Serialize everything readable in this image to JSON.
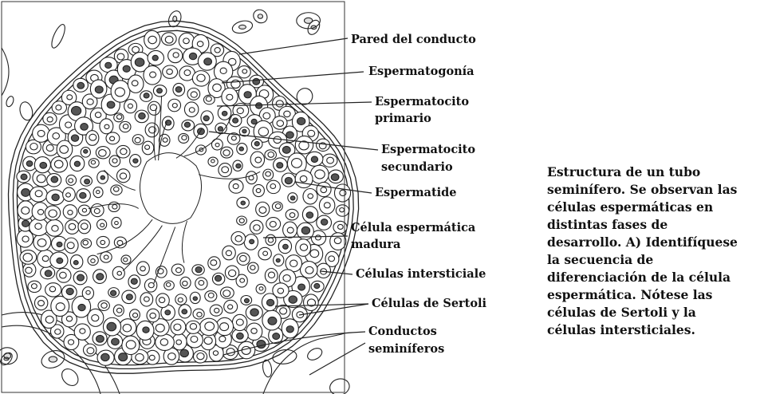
{
  "labels": {
    "pared": "Pared del conducto",
    "espermatogonia": "Espermatogonía",
    "espermatocito_primario_1": "Espermatocito",
    "espermatocito_primario_2": "primario",
    "espermatocito_secundario_1": "Espermatocito",
    "espermatocito_secundario_2": "secundario",
    "espermatide": "Espermatide",
    "celula_madura_1": "Célula espermática",
    "celula_madura_2": "madura",
    "intersticiales": "Células intersticiale",
    "sertoli": "Células de Sertoli",
    "conductos_1": "Conductos",
    "conductos_2": "seminíferos"
  },
  "caption": {
    "lines": [
      "Estructura de un tubo",
      "seminífero. Se observan las",
      "células espermáticas en",
      "distintas fases de",
      "desarrollo. A) Identifíquese",
      "la secuencia de",
      "diferenciación de la célula",
      "espermática. Nótese las",
      "células de Sertoli y la",
      "células intersticiales."
    ]
  }
}
